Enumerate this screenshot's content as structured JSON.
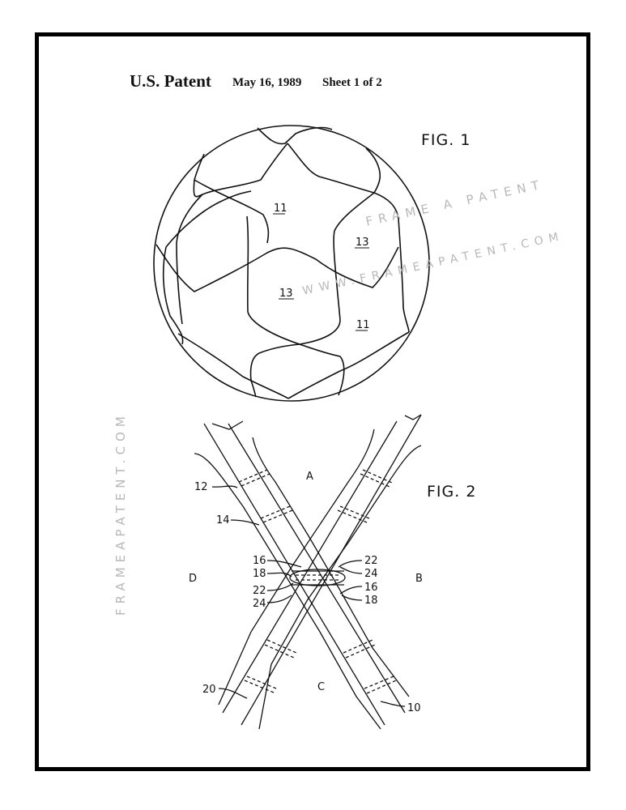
{
  "header": {
    "patent_label": "U.S. Patent",
    "date": "May 16, 1989",
    "sheet": "Sheet 1 of 2"
  },
  "figures": [
    {
      "label": "FIG. 1",
      "subject": "soccer ball panel pattern",
      "reference_numerals": [
        "11",
        "13",
        "13",
        "11"
      ]
    },
    {
      "label": "FIG. 2",
      "subject": "crossed stitched seam strips",
      "region_letters": [
        "A",
        "B",
        "C",
        "D"
      ],
      "reference_numerals": {
        "left_upper": [
          "12",
          "14"
        ],
        "center_left": [
          "16",
          "18",
          "22",
          "24"
        ],
        "center_right": [
          "22",
          "24",
          "16",
          "18"
        ],
        "bottom_left": "20",
        "bottom_right": "10"
      }
    }
  ],
  "watermarks": {
    "brand": "FRAME A PATENT",
    "url": "WWW.FRAMEAPATENT.COM",
    "side": "FRAMEAPATENT.COM"
  },
  "colors": {
    "border": "#000000",
    "ink": "#111111",
    "watermark": "#b8b8b8",
    "background": "#ffffff"
  }
}
